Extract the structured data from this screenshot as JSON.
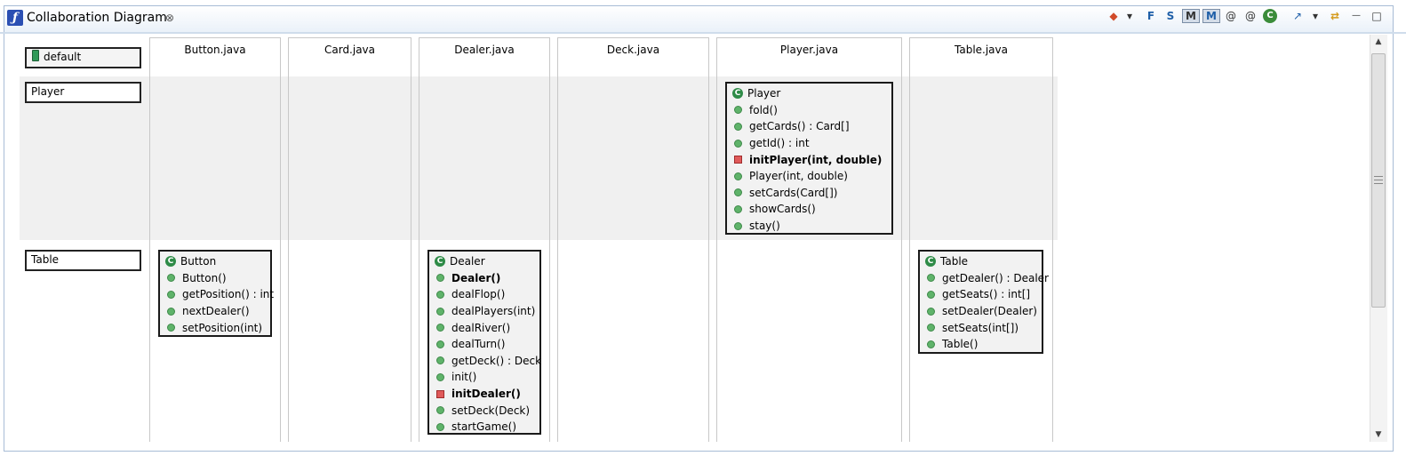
{
  "tab": {
    "title": "Collaboration Diagram",
    "close_glyph": "⊗",
    "icon": "collab-diagram-icon"
  },
  "toolbar": {
    "items": [
      {
        "name": "shapes-menu-icon",
        "glyph": "◆"
      },
      {
        "name": "dropdown-arrow-icon",
        "glyph": "▾"
      },
      {
        "name": "filter-fields-icon",
        "glyph": "F"
      },
      {
        "name": "filter-statics-icon",
        "glyph": "S"
      },
      {
        "name": "show-methods-icon",
        "glyph": "M"
      },
      {
        "name": "show-members-icon",
        "glyph": "M"
      },
      {
        "name": "annotation-c-icon",
        "glyph": "@"
      },
      {
        "name": "annotation-i-icon",
        "glyph": "@"
      },
      {
        "name": "class-c-icon",
        "glyph": "C"
      },
      {
        "name": "export-icon",
        "glyph": "↗"
      },
      {
        "name": "dropdown-arrow-icon",
        "glyph": "▾"
      },
      {
        "name": "sync-icon",
        "glyph": "⇄"
      },
      {
        "name": "minimize-icon",
        "glyph": "—"
      },
      {
        "name": "maximize-icon",
        "glyph": "□"
      }
    ]
  },
  "package": {
    "label": "default",
    "icon": "package-icon"
  },
  "columns": [
    "Button.java",
    "Card.java",
    "Dealer.java",
    "Deck.java",
    "Player.java",
    "Table.java"
  ],
  "rows": [
    "Player",
    "Table"
  ],
  "classes": {
    "player": {
      "name": "Player",
      "members": [
        {
          "text": "fold()",
          "vis": "public",
          "bold": false
        },
        {
          "text": "getCards() : Card[]",
          "vis": "public",
          "bold": false
        },
        {
          "text": "getId() : int",
          "vis": "public",
          "bold": false
        },
        {
          "text": "initPlayer(int, double)",
          "vis": "private",
          "bold": true
        },
        {
          "text": "Player(int, double)",
          "vis": "public",
          "bold": false
        },
        {
          "text": "setCards(Card[])",
          "vis": "public",
          "bold": false
        },
        {
          "text": "showCards()",
          "vis": "public",
          "bold": false
        },
        {
          "text": "stay()",
          "vis": "public",
          "bold": false
        }
      ]
    },
    "button": {
      "name": "Button",
      "members": [
        {
          "text": "Button()",
          "vis": "public",
          "bold": false
        },
        {
          "text": "getPosition() : int",
          "vis": "public",
          "bold": false
        },
        {
          "text": "nextDealer()",
          "vis": "public",
          "bold": false
        },
        {
          "text": "setPosition(int)",
          "vis": "public",
          "bold": false
        }
      ]
    },
    "dealer": {
      "name": "Dealer",
      "members": [
        {
          "text": "Dealer()",
          "vis": "public",
          "bold": true
        },
        {
          "text": "dealFlop()",
          "vis": "public",
          "bold": false
        },
        {
          "text": "dealPlayers(int)",
          "vis": "public",
          "bold": false
        },
        {
          "text": "dealRiver()",
          "vis": "public",
          "bold": false
        },
        {
          "text": "dealTurn()",
          "vis": "public",
          "bold": false
        },
        {
          "text": "getDeck() : Deck",
          "vis": "public",
          "bold": false
        },
        {
          "text": "init()",
          "vis": "public",
          "bold": false
        },
        {
          "text": "initDealer()",
          "vis": "private",
          "bold": true
        },
        {
          "text": "setDeck(Deck)",
          "vis": "public",
          "bold": false
        },
        {
          "text": "startGame()",
          "vis": "public",
          "bold": false
        }
      ]
    },
    "table": {
      "name": "Table",
      "members": [
        {
          "text": "getDealer() : Dealer",
          "vis": "public",
          "bold": false
        },
        {
          "text": "getSeats() : int[]",
          "vis": "public",
          "bold": false
        },
        {
          "text": "setDealer(Dealer)",
          "vis": "public",
          "bold": false
        },
        {
          "text": "setSeats(int[])",
          "vis": "public",
          "bold": false
        },
        {
          "text": "Table()",
          "vis": "public",
          "bold": false
        }
      ]
    }
  },
  "class_icon_glyph": "C",
  "scrollbar": {
    "up": "▲",
    "down": "▼"
  }
}
